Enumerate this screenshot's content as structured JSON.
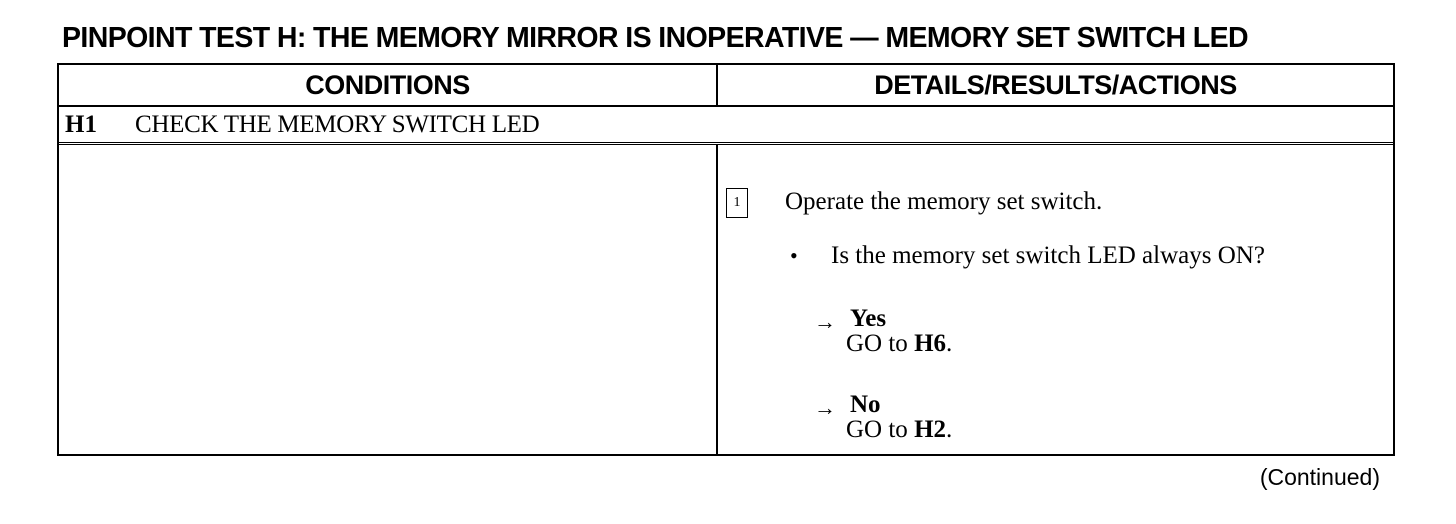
{
  "title": "PINPOINT TEST H:  THE MEMORY MIRROR IS INOPERATIVE — MEMORY SET SWITCH LED",
  "table": {
    "headers": {
      "conditions": "CONDITIONS",
      "details": "DETAILS/RESULTS/ACTIONS"
    },
    "step": {
      "id": "H1",
      "heading": "CHECK THE MEMORY SWITCH LED"
    },
    "details": {
      "step_number": "1",
      "instruction": "Operate the memory set switch.",
      "bullet": "•",
      "question": "Is the memory set switch LED always ON?",
      "arrow": "→",
      "answers": [
        {
          "label": "Yes",
          "action_prefix": "GO to ",
          "target": "H6",
          "suffix": "."
        },
        {
          "label": "No",
          "action_prefix": "GO to ",
          "target": "H2",
          "suffix": "."
        }
      ]
    }
  },
  "footer": {
    "continued": "(Continued)"
  }
}
